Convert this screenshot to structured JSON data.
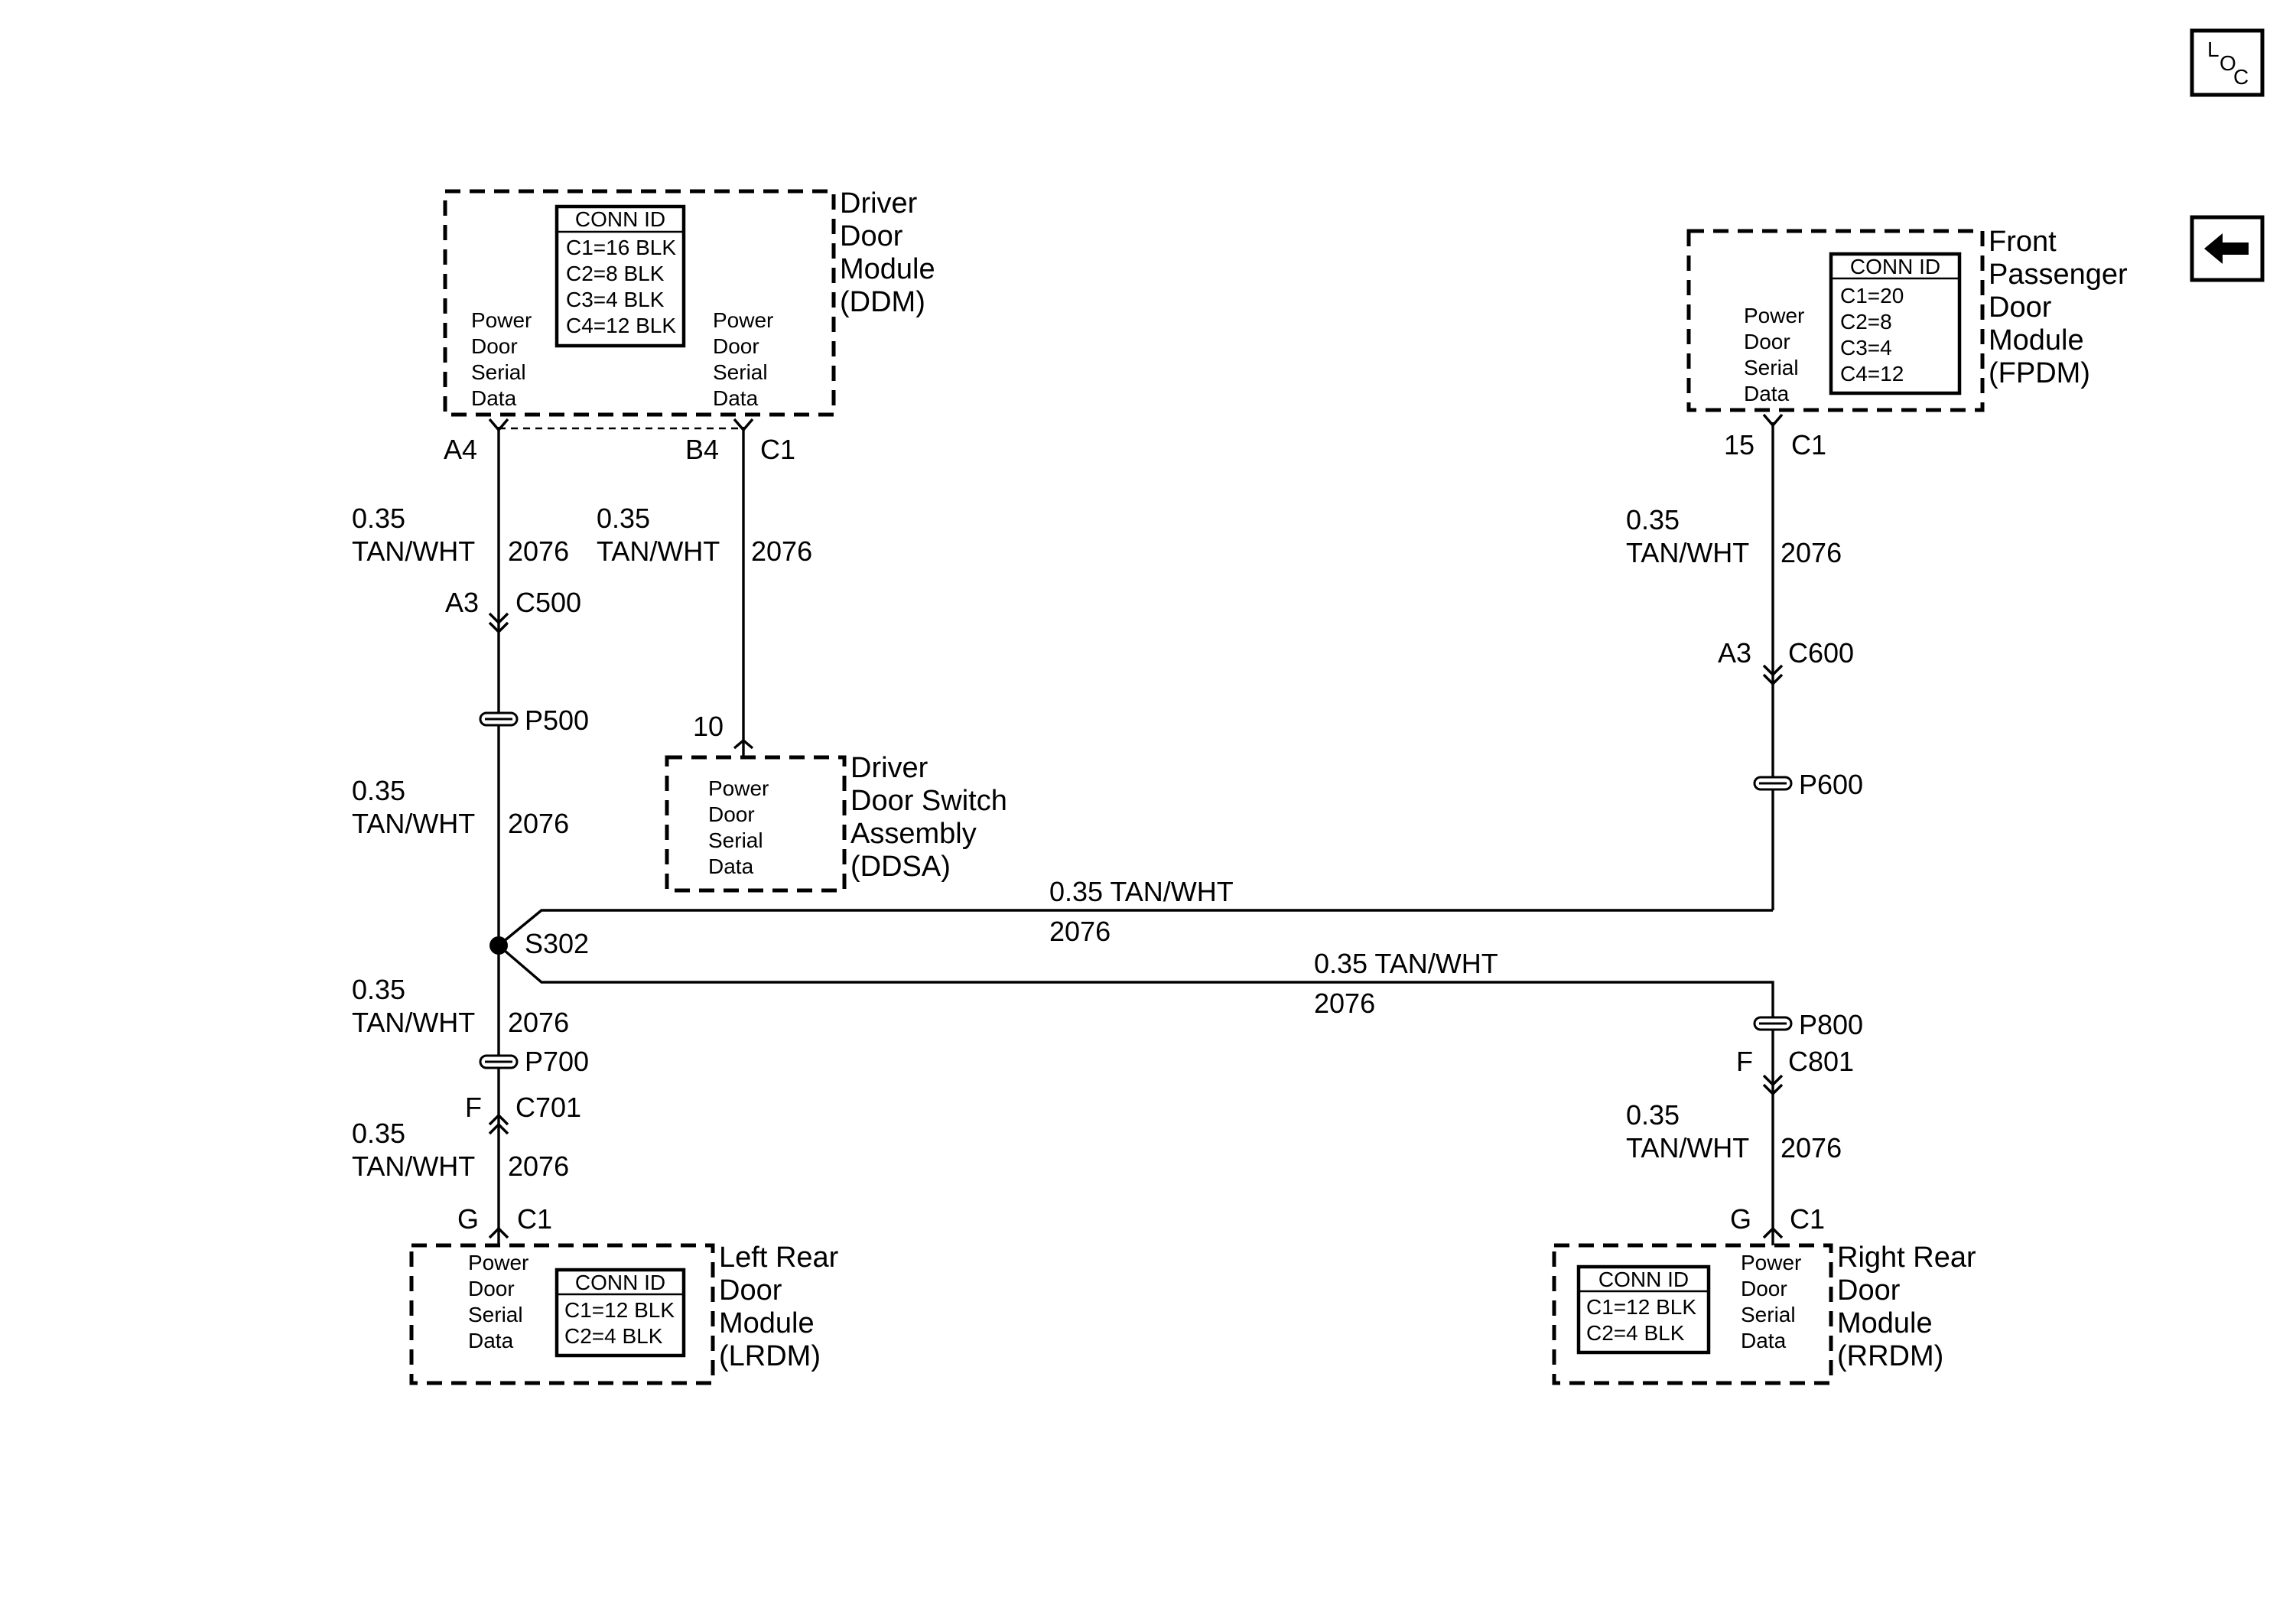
{
  "nav": {
    "loc_icon": "loc-icon",
    "loc_l": "L",
    "loc_o": "O",
    "loc_c": "C",
    "back_icon": "left-arrow-icon"
  },
  "ddm": {
    "name": [
      "Driver",
      "Door",
      "Module",
      "(DDM)"
    ],
    "conn_title": "CONN ID",
    "conn": [
      "C1=16 BLK",
      "C2=8 BLK",
      "C3=4 BLK",
      "C4=12 BLK"
    ],
    "left_pin": [
      "Power",
      "Door",
      "Serial",
      "Data"
    ],
    "right_pin": [
      "Power",
      "Door",
      "Serial",
      "Data"
    ],
    "pin_a": "A4",
    "pin_b": "B4",
    "conn_b": "C1"
  },
  "fpdm": {
    "name": [
      "Front",
      "Passenger",
      "Door",
      "Module",
      "(FPDM)"
    ],
    "conn_title": "CONN ID",
    "conn": [
      "C1=20",
      "C2=8",
      "C3=4",
      "C4=12"
    ],
    "pin": [
      "Power",
      "Door",
      "Serial",
      "Data"
    ],
    "pin_no": "15",
    "conn_no": "C1"
  },
  "ddsa": {
    "name": [
      "Driver",
      "Door Switch",
      "Assembly",
      "(DDSA)"
    ],
    "pin": [
      "Power",
      "Door",
      "Serial",
      "Data"
    ],
    "pin_no": "10"
  },
  "lrdm": {
    "name": [
      "Left Rear",
      "Door",
      "Module",
      "(LRDM)"
    ],
    "conn_title": "CONN ID",
    "conn": [
      "C1=12 BLK",
      "C2=4 BLK"
    ],
    "pin": [
      "Power",
      "Door",
      "Serial",
      "Data"
    ],
    "pin_no": "G",
    "conn_no": "C1"
  },
  "rrdm": {
    "name": [
      "Right Rear",
      "Door",
      "Module",
      "(RRDM)"
    ],
    "conn_title": "CONN ID",
    "conn": [
      "C1=12 BLK",
      "C2=4 BLK"
    ],
    "pin": [
      "Power",
      "Door",
      "Serial",
      "Data"
    ],
    "pin_no": "G",
    "conn_no": "C1"
  },
  "wires": {
    "ddm_a4": [
      "0.35",
      "TAN/WHT",
      "2076"
    ],
    "ddm_b4": [
      "0.35",
      "TAN/WHT",
      "2076"
    ],
    "p500_s302": [
      "0.35",
      "TAN/WHT",
      "2076"
    ],
    "s302_p700": [
      "0.35",
      "TAN/WHT",
      "2076"
    ],
    "c701_lrdm": [
      "0.35",
      "TAN/WHT",
      "2076"
    ],
    "fpdm": [
      "0.35",
      "TAN/WHT",
      "2076"
    ],
    "c801_rrdm": [
      "0.35",
      "TAN/WHT",
      "2076"
    ],
    "to_p600": [
      "0.35 TAN/WHT",
      "2076"
    ],
    "to_p800": [
      "0.35 TAN/WHT",
      "2076"
    ]
  },
  "connectors": {
    "c500_pin": "A3",
    "c500": "C500",
    "c600_pin": "A3",
    "c600": "C600",
    "c701_pin": "F",
    "c701": "C701",
    "c801_pin": "F",
    "c801": "C801",
    "p500": "P500",
    "p600": "P600",
    "p700": "P700",
    "p800": "P800",
    "splice": "S302"
  }
}
